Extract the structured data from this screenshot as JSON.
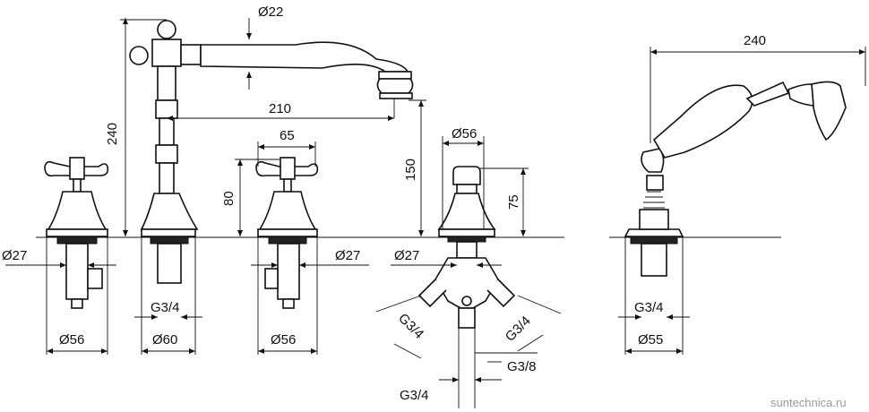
{
  "dimensions": {
    "spout_diameter": "Ø22",
    "overall_height": "240",
    "spout_reach": "210",
    "spout_clearance": "150",
    "cold_handle_width": "65",
    "cold_handle_height": "80",
    "diverter_diameter": "Ø56",
    "diverter_height": "75",
    "shower_length": "240",
    "hot_tail_diameter": "Ø27",
    "cold_tail_diameter": "Ø27",
    "diverter_tail_diameter": "Ø27",
    "hot_base_diameter": "Ø56",
    "spout_base_diameter": "Ø60",
    "cold_base_diameter": "Ø56",
    "spout_thread": "G3/4",
    "diverter_thread_left": "G3/4",
    "diverter_thread_right": "G3/4",
    "diverter_thread_out": "G3/8",
    "diverter_thread_bottom": "G3/4",
    "shower_thread": "G3/4",
    "shower_base_diameter": "Ø55"
  },
  "watermark": "suntechnica.ru"
}
